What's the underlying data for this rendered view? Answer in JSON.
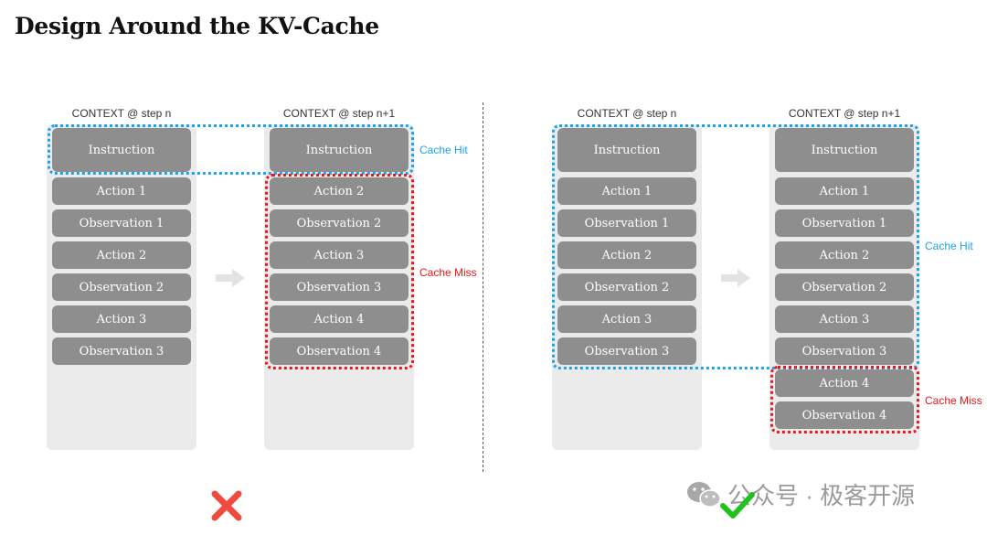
{
  "title": "Design Around the KV-Cache",
  "labels": {
    "step_n": "CONTEXT @ step n",
    "step_n1": "CONTEXT @ step n+1",
    "cache_hit": "Cache Hit",
    "cache_miss": "Cache Miss"
  },
  "left_panel": {
    "step_n_blocks": [
      "Instruction",
      "Action 1",
      "Observation 1",
      "Action 2",
      "Observation 2",
      "Action 3",
      "Observation 3"
    ],
    "step_n1_blocks": [
      "Instruction",
      "Action 2",
      "Observation 2",
      "Action 3",
      "Observation 3",
      "Action 4",
      "Observation 4"
    ],
    "verdict": "x-mark-icon"
  },
  "right_panel": {
    "step_n_blocks": [
      "Instruction",
      "Action 1",
      "Observation 1",
      "Action 2",
      "Observation 2",
      "Action 3",
      "Observation 3"
    ],
    "step_n1_blocks": [
      "Instruction",
      "Action 1",
      "Observation 1",
      "Action 2",
      "Observation 2",
      "Action 3",
      "Observation 3",
      "Action 4",
      "Observation 4"
    ],
    "verdict": "check-mark-icon"
  },
  "watermark": "公众号 · 极客开源",
  "colors": {
    "block": "#8e8e8e",
    "column_bg": "#ebebeb",
    "cache_hit": "#1aa3e8",
    "cache_miss": "#e8191e",
    "x_mark": "#f04a3e",
    "check_mark": "#22c21e"
  }
}
